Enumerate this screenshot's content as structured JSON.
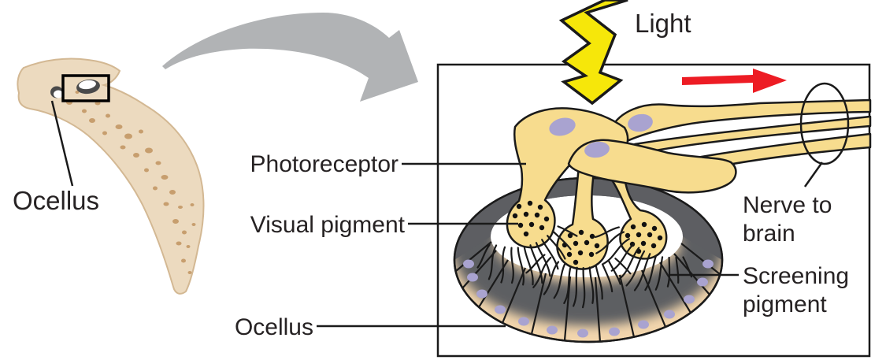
{
  "labels": {
    "worm_ocellus": "Ocellus",
    "light": "Light",
    "photoreceptor": "Photoreceptor",
    "visual_pigment": "Visual pigment",
    "ocellus": "Ocellus",
    "nerve_to_brain_line1": "Nerve to",
    "nerve_to_brain_line2": "brain",
    "screening_pigment_line1": "Screening",
    "screening_pigment_line2": "pigment"
  },
  "colors": {
    "photoreceptor_cell": "#f7dc8e",
    "nucleus": "#a9a3d0",
    "screening_pigment": "#5d5e62",
    "pigment_cell_outer": "#f3d6ad",
    "light_bolt": "#f6e70a",
    "direction_arrow": "#ed1c24",
    "zoom_arrow": "#b1b3b5",
    "worm_body": "#ecdabf",
    "worm_speckle": "#c79e6e",
    "outline": "#1a1a1a"
  }
}
